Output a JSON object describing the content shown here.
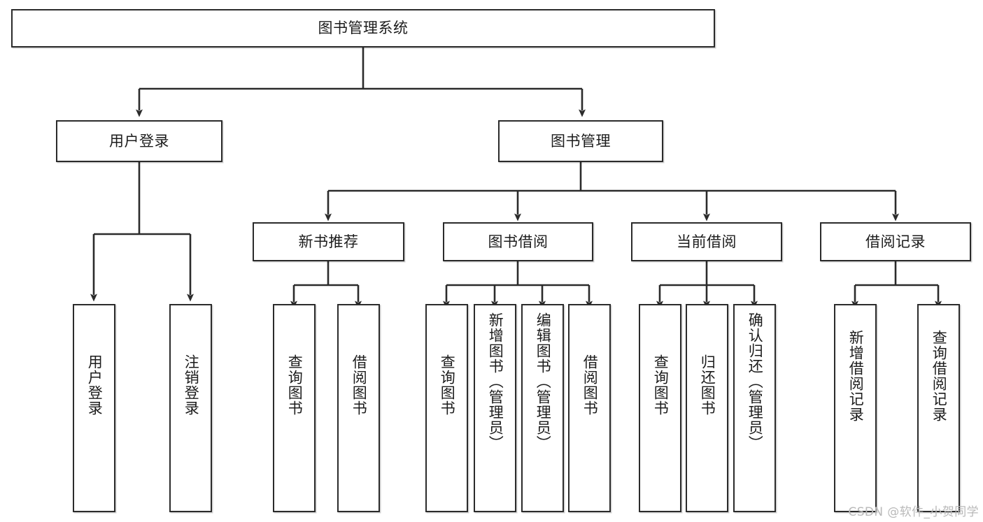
{
  "diagram": {
    "title_node": {
      "label": "图书管理系统"
    },
    "level2": [
      {
        "label": "用户登录"
      },
      {
        "label": "图书管理"
      }
    ],
    "level3": [
      {
        "label": "新书推荐"
      },
      {
        "label": "图书借阅"
      },
      {
        "label": "当前借阅"
      },
      {
        "label": "借阅记录"
      }
    ],
    "leaves": {
      "user_login": [
        {
          "label": "用户登录"
        },
        {
          "label": "注销登录"
        }
      ],
      "new_book": [
        {
          "label": "查询图书"
        },
        {
          "label": "借阅图书"
        }
      ],
      "book_borrow": [
        {
          "label": "查询图书"
        },
        {
          "label": "新增图书（管理员）"
        },
        {
          "label": "编辑图书（管理员）"
        },
        {
          "label": "借阅图书"
        }
      ],
      "current_borrow": [
        {
          "label": "查询图书"
        },
        {
          "label": "归还图书"
        },
        {
          "label": "确认归还（管理员）"
        }
      ],
      "borrow_record": [
        {
          "label": "新增借阅记录"
        },
        {
          "label": "查询借阅记录"
        }
      ]
    }
  },
  "watermark": {
    "text": "CSDN @软件_小贺同学"
  },
  "colors": {
    "stroke": "#2b2b2b",
    "box_fill": "#ffffff",
    "text": "#1c1c1c",
    "watermark": "#b9b9b9"
  }
}
